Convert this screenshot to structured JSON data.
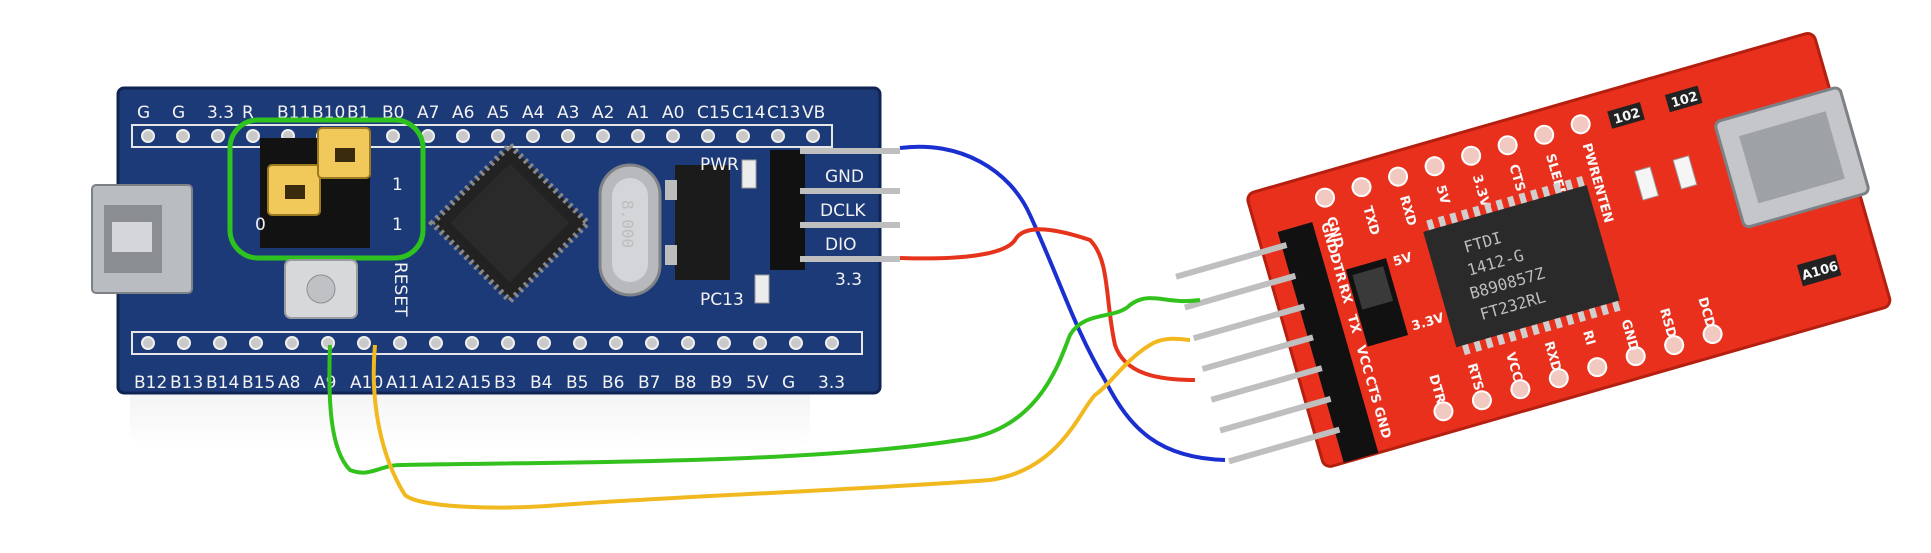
{
  "blue_board": {
    "top_pin_labels": [
      "G",
      "G",
      "3.3",
      "R",
      "B11",
      "B10",
      "B1",
      "B0",
      "A7",
      "A6",
      "A5",
      "A4",
      "A3",
      "A2",
      "A1",
      "A0",
      "C15",
      "C14",
      "C13",
      "VB"
    ],
    "bottom_pin_labels": [
      "B12",
      "B13",
      "B14",
      "B15",
      "A8",
      "A9",
      "A10",
      "A11",
      "A12",
      "A15",
      "B3",
      "B4",
      "B5",
      "B6",
      "B7",
      "B8",
      "B9",
      "5V",
      "G",
      "3.3"
    ],
    "swd_labels": [
      "GND",
      "DCLK",
      "DIO",
      "3.3"
    ],
    "jumper_marks": [
      "1",
      "1",
      "0"
    ],
    "reset_label": "RESET",
    "pwr_label": "PWR",
    "pc13_label": "PC13",
    "crystal_label": "8.000"
  },
  "ftdi_board": {
    "top_labels": [
      "GND",
      "TXD",
      "RXD",
      "5V",
      "3.3V",
      "CTS",
      "SLEEP",
      "PWRENTEN"
    ],
    "header_labels": [
      "GND",
      "DTR",
      "RX",
      "TX",
      "VCC",
      "CTS",
      "GND"
    ],
    "jumper_labels": [
      "5V",
      "3.3V"
    ],
    "bottom_labels": [
      "DTR",
      "RTS",
      "VCC",
      "RXD",
      "RI",
      "GND",
      "RSD",
      "DCD"
    ],
    "chip_lines": [
      "FTDI",
      "1412-G",
      "B890857Z",
      "FT232RL"
    ],
    "small_marks": [
      "102",
      "102",
      "A106"
    ]
  },
  "colors": {
    "blue_pcb": "#1d3a78",
    "red_pcb": "#e8301d",
    "wire_blue": "#1a2fd0",
    "wire_red": "#e6341c",
    "wire_green": "#33c11e",
    "wire_yellow": "#f1b81f",
    "jumper_highlight": "#2ec21f"
  }
}
